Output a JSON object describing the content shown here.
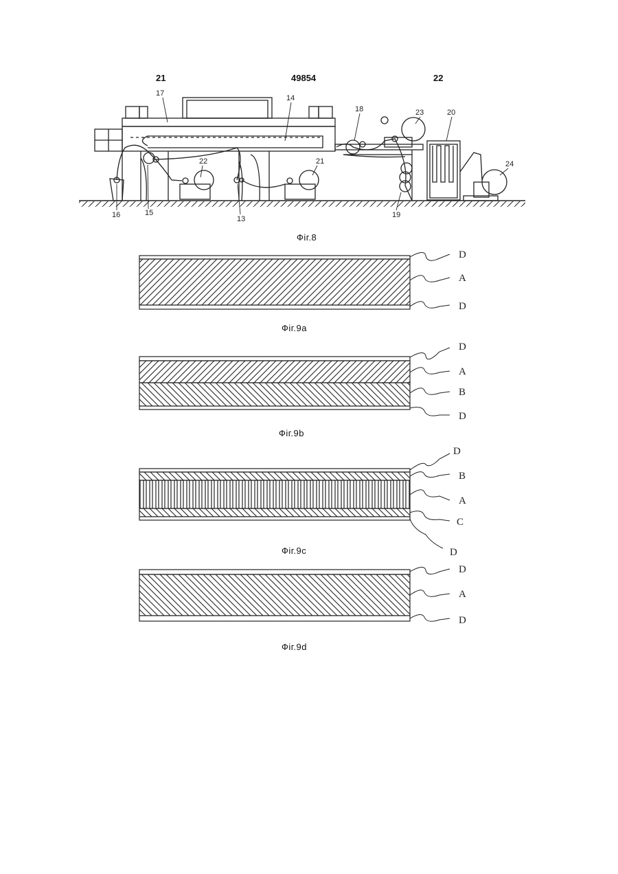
{
  "header": {
    "left": "21",
    "center": "49854",
    "right": "22"
  },
  "fig8": {
    "caption": "Фіг.8",
    "refs": {
      "r13": "13",
      "r14": "14",
      "r15": "15",
      "r16": "16",
      "r17": "17",
      "r18": "18",
      "r19": "19",
      "r20": "20",
      "r21": "21",
      "r22": "22",
      "r23": "23",
      "r24": "24"
    }
  },
  "fig9a": {
    "caption": "Фіг.9а",
    "labels": [
      "D",
      "A",
      "D"
    ]
  },
  "fig9b": {
    "caption": "Фіг.9b",
    "labels": [
      "D",
      "A",
      "B",
      "D"
    ]
  },
  "fig9c": {
    "caption": "Фіг.9с",
    "labels": [
      "D",
      "B",
      "A",
      "C",
      "D"
    ]
  },
  "fig9d": {
    "caption": "Фіг.9d",
    "labels": [
      "D",
      "A",
      "D"
    ]
  }
}
